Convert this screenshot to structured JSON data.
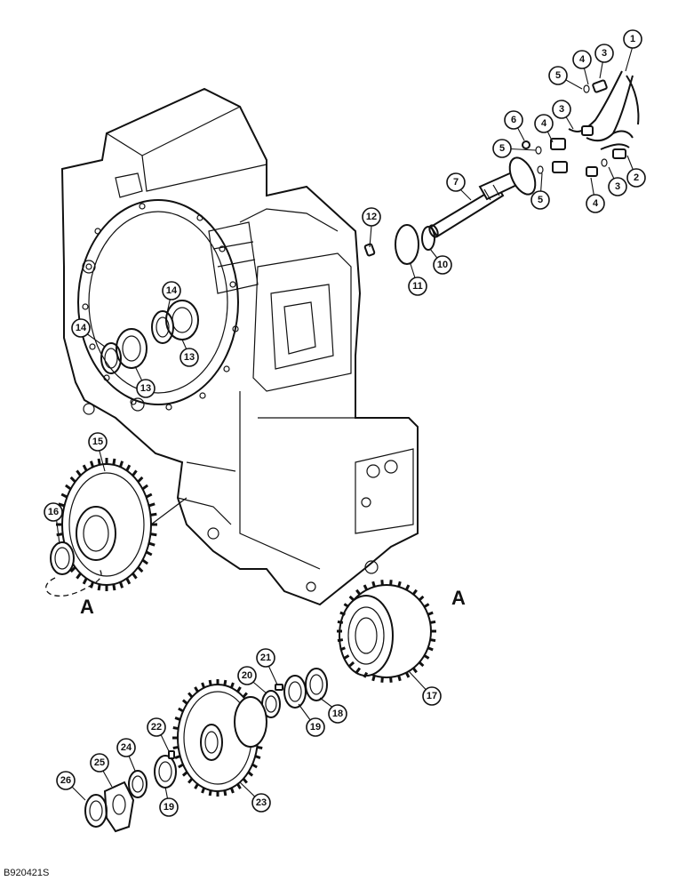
{
  "figure_id": "B920421S",
  "ref_labels": {
    "upper": "A",
    "lower": "A"
  },
  "callouts": [
    {
      "id": "c1",
      "label": "1"
    },
    {
      "id": "c2",
      "label": "2"
    },
    {
      "id": "c3a",
      "label": "3"
    },
    {
      "id": "c3b",
      "label": "3"
    },
    {
      "id": "c3c",
      "label": "3"
    },
    {
      "id": "c4a",
      "label": "4"
    },
    {
      "id": "c4b",
      "label": "4"
    },
    {
      "id": "c4c",
      "label": "4"
    },
    {
      "id": "c5a",
      "label": "5"
    },
    {
      "id": "c5b",
      "label": "5"
    },
    {
      "id": "c5c",
      "label": "5"
    },
    {
      "id": "c6",
      "label": "6"
    },
    {
      "id": "c7",
      "label": "7"
    },
    {
      "id": "c10",
      "label": "10"
    },
    {
      "id": "c11",
      "label": "11"
    },
    {
      "id": "c12",
      "label": "12"
    },
    {
      "id": "c13a",
      "label": "13"
    },
    {
      "id": "c13b",
      "label": "13"
    },
    {
      "id": "c14a",
      "label": "14"
    },
    {
      "id": "c14b",
      "label": "14"
    },
    {
      "id": "c15",
      "label": "15"
    },
    {
      "id": "c16",
      "label": "16"
    },
    {
      "id": "c17",
      "label": "17"
    },
    {
      "id": "c18",
      "label": "18"
    },
    {
      "id": "c19a",
      "label": "19"
    },
    {
      "id": "c19b",
      "label": "19"
    },
    {
      "id": "c20",
      "label": "20"
    },
    {
      "id": "c21",
      "label": "21"
    },
    {
      "id": "c22",
      "label": "22"
    },
    {
      "id": "c23",
      "label": "23"
    },
    {
      "id": "c24",
      "label": "24"
    },
    {
      "id": "c25",
      "label": "25"
    },
    {
      "id": "c26",
      "label": "26"
    }
  ]
}
